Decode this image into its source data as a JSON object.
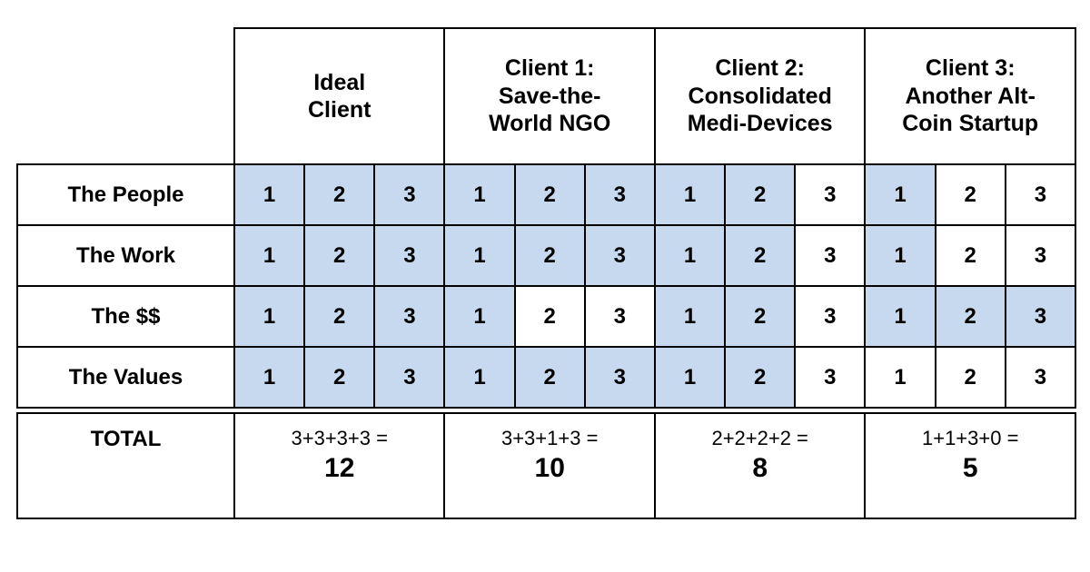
{
  "colors": {
    "highlight": "#c6d9ef",
    "border": "#000000",
    "background": "#ffffff",
    "text": "#000000"
  },
  "table": {
    "corner_label": "",
    "column_groups": [
      {
        "id": "ideal",
        "label": "Ideal\nClient",
        "scale": [
          "1",
          "2",
          "3"
        ]
      },
      {
        "id": "client1",
        "label": "Client 1:\nSave-the-\nWorld NGO",
        "scale": [
          "1",
          "2",
          "3"
        ]
      },
      {
        "id": "client2",
        "label": "Client 2:\nConsolidated\nMedi-Devices",
        "scale": [
          "1",
          "2",
          "3"
        ]
      },
      {
        "id": "client3",
        "label": "Client 3:\nAnother Alt-\nCoin Startup",
        "scale": [
          "1",
          "2",
          "3"
        ]
      }
    ],
    "rows": [
      {
        "label": "The People",
        "cells": [
          {
            "value": "1",
            "filled": true
          },
          {
            "value": "2",
            "filled": true
          },
          {
            "value": "3",
            "filled": true
          },
          {
            "value": "1",
            "filled": true
          },
          {
            "value": "2",
            "filled": true
          },
          {
            "value": "3",
            "filled": true
          },
          {
            "value": "1",
            "filled": true
          },
          {
            "value": "2",
            "filled": true
          },
          {
            "value": "3",
            "filled": false
          },
          {
            "value": "1",
            "filled": true
          },
          {
            "value": "2",
            "filled": false
          },
          {
            "value": "3",
            "filled": false
          }
        ]
      },
      {
        "label": "The Work",
        "cells": [
          {
            "value": "1",
            "filled": true
          },
          {
            "value": "2",
            "filled": true
          },
          {
            "value": "3",
            "filled": true
          },
          {
            "value": "1",
            "filled": true
          },
          {
            "value": "2",
            "filled": true
          },
          {
            "value": "3",
            "filled": true
          },
          {
            "value": "1",
            "filled": true
          },
          {
            "value": "2",
            "filled": true
          },
          {
            "value": "3",
            "filled": false
          },
          {
            "value": "1",
            "filled": true
          },
          {
            "value": "2",
            "filled": false
          },
          {
            "value": "3",
            "filled": false
          }
        ]
      },
      {
        "label": "The $$",
        "cells": [
          {
            "value": "1",
            "filled": true
          },
          {
            "value": "2",
            "filled": true
          },
          {
            "value": "3",
            "filled": true
          },
          {
            "value": "1",
            "filled": true
          },
          {
            "value": "2",
            "filled": false
          },
          {
            "value": "3",
            "filled": false
          },
          {
            "value": "1",
            "filled": true
          },
          {
            "value": "2",
            "filled": true
          },
          {
            "value": "3",
            "filled": false
          },
          {
            "value": "1",
            "filled": true
          },
          {
            "value": "2",
            "filled": true
          },
          {
            "value": "3",
            "filled": true
          }
        ]
      },
      {
        "label": "The Values",
        "cells": [
          {
            "value": "1",
            "filled": true
          },
          {
            "value": "2",
            "filled": true
          },
          {
            "value": "3",
            "filled": true
          },
          {
            "value": "1",
            "filled": true
          },
          {
            "value": "2",
            "filled": true
          },
          {
            "value": "3",
            "filled": true
          },
          {
            "value": "1",
            "filled": true
          },
          {
            "value": "2",
            "filled": true
          },
          {
            "value": "3",
            "filled": false
          },
          {
            "value": "1",
            "filled": false
          },
          {
            "value": "2",
            "filled": false
          },
          {
            "value": "3",
            "filled": false
          }
        ]
      }
    ],
    "total_row": {
      "label": "TOTAL",
      "totals": [
        {
          "expression": "3+3+3+3 =",
          "value": "12"
        },
        {
          "expression": "3+3+1+3 =",
          "value": "10"
        },
        {
          "expression": "2+2+2+2 =",
          "value": "8"
        },
        {
          "expression": "1+1+3+0 =",
          "value": "5"
        }
      ]
    }
  }
}
